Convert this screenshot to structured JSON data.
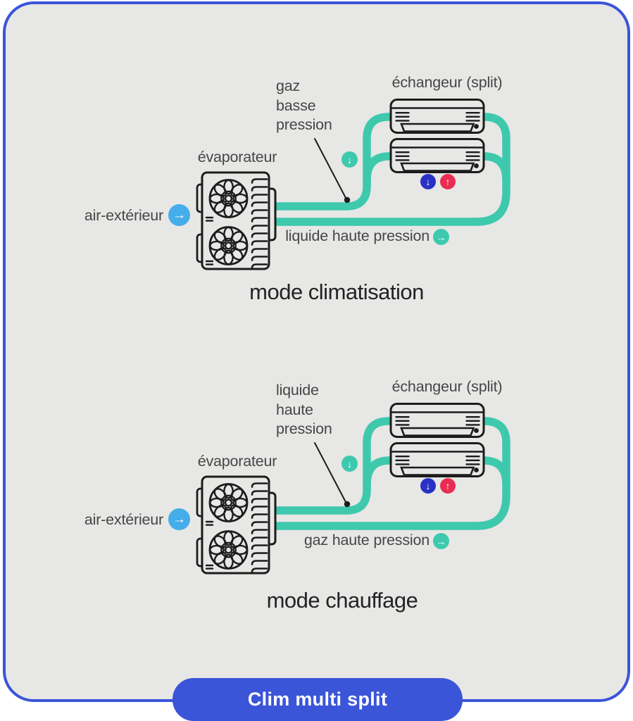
{
  "card": {
    "fill": "#e7e7e6",
    "border_color": "#3b55d8"
  },
  "palette": {
    "pipe_teal": "#3ec9ad",
    "air_blue": "#45ade9",
    "cold_blue": "#2931c4",
    "hot_red": "#e92d50",
    "line_ink": "#1c1c1c",
    "label_gray": "#464646",
    "button_blue": "#3b55d8"
  },
  "glyphs": {
    "down_arrow": "↓",
    "up_arrow": "↑",
    "right_arrow": "→"
  },
  "diagrams": [
    {
      "title": "mode climatisation",
      "exchanger_label": "échangeur (split)",
      "evaporator_label": "évaporateur",
      "air_label": "air-extérieur",
      "feed_label_lines": [
        "gaz",
        "basse",
        "pression"
      ],
      "return_label": "liquide haute pression"
    },
    {
      "title": "mode chauffage",
      "exchanger_label": "échangeur (split)",
      "evaporator_label": "évaporateur",
      "air_label": "air-extérieur",
      "feed_label_lines": [
        "liquide",
        "haute",
        "pression"
      ],
      "return_label": "gaz haute pression"
    }
  ],
  "footer": {
    "button_label": "Clim multi split"
  }
}
